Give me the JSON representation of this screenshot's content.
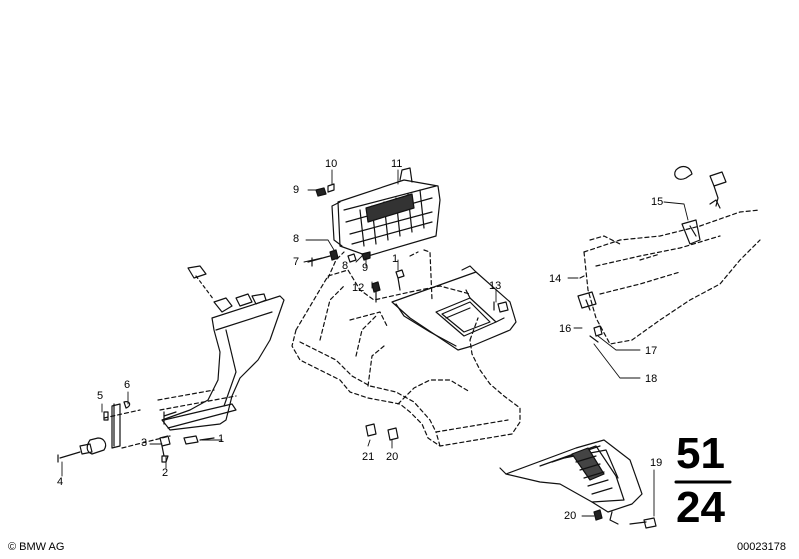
{
  "callouts": {
    "c1": "1",
    "c1b": "1",
    "c2": "2",
    "c3": "3",
    "c4": "4",
    "c5": "5",
    "c6": "6",
    "c7": "7",
    "c8": "8",
    "c8b": "8",
    "c9": "9",
    "c9b": "9",
    "c10": "10",
    "c11": "11",
    "c12": "12",
    "c13": "13",
    "c14": "14",
    "c15": "15",
    "c16": "16",
    "c17": "17",
    "c18": "18",
    "c19": "19",
    "c20": "20",
    "c20b": "20",
    "c21": "21"
  },
  "section": {
    "top": "51",
    "bottom": "24"
  },
  "footer": {
    "copyright": "© BMW AG",
    "image_number": "00023178"
  }
}
